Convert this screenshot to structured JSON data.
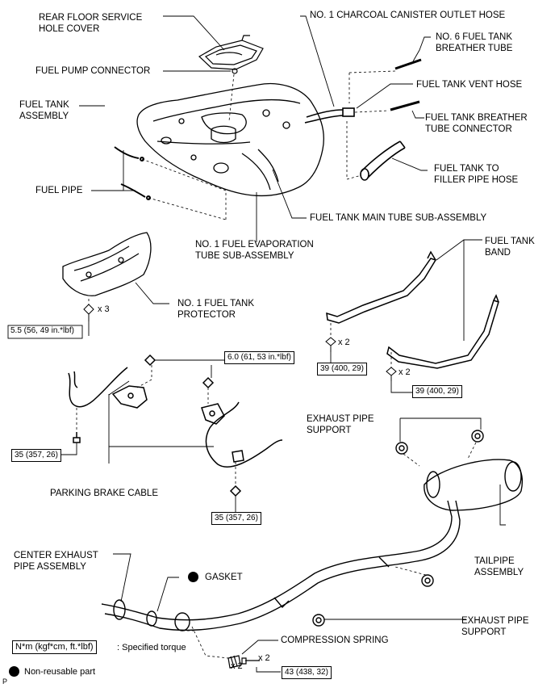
{
  "labels": {
    "rear_floor_service_hole_cover": "REAR FLOOR SERVICE\nHOLE COVER",
    "fuel_pump_connector": "FUEL PUMP CONNECTOR",
    "fuel_tank_assembly": "FUEL TANK\nASSEMBLY",
    "fuel_pipe": "FUEL PIPE",
    "no1_charcoal_canister_outlet_hose": "NO. 1 CHARCOAL CANISTER OUTLET HOSE",
    "no6_fuel_tank_breather_tube": "NO. 6 FUEL TANK\nBREATHER TUBE",
    "fuel_tank_vent_hose": "FUEL TANK VENT HOSE",
    "fuel_tank_breather_tube_connector": "FUEL TANK BREATHER\nTUBE CONNECTOR",
    "fuel_tank_to_filler_pipe_hose": "FUEL TANK TO\nFILLER PIPE HOSE",
    "fuel_tank_main_tube_sub_assembly": "FUEL TANK MAIN TUBE SUB-ASSEMBLY",
    "no1_fuel_evaporation_tube": "NO. 1 FUEL EVAPORATION\nTUBE SUB-ASSEMBLY",
    "fuel_tank_band": "FUEL TANK\nBAND",
    "no1_fuel_tank_protector": "NO. 1 FUEL TANK\nPROTECTOR",
    "parking_brake_cable": "PARKING BRAKE CABLE",
    "exhaust_pipe_support_top": "EXHAUST PIPE\nSUPPORT",
    "tailpipe_assembly": "TAILPIPE\nASSEMBLY",
    "center_exhaust_pipe_assembly": "CENTER EXHAUST\nPIPE ASSEMBLY",
    "gasket": "GASKET",
    "exhaust_pipe_support_bottom": "EXHAUST PIPE\nSUPPORT",
    "compression_spring": "COMPRESSION SPRING"
  },
  "torques": {
    "protector": "5.5 (56, 49 in.*lbf)",
    "band_left": "39 (400, 29)",
    "band_right": "39 (400, 29)",
    "brake_top": "6.0 (61, 53 in.*lbf)",
    "brake_left": "35 (357, 26)",
    "brake_right": "35 (357, 26)",
    "exhaust_bolt": "43 (438, 32)"
  },
  "quantities": {
    "protector_bolts": "x 3",
    "band_left_bolts": "x 2",
    "band_right_bolts": "x 2",
    "springs": "x 2",
    "exhaust_bolts": "x 2"
  },
  "legend": {
    "torque_unit": "N*m (kgf*cm, ft.*lbf)",
    "torque_caption": ": Specified torque",
    "non_reusable": "Non-reusable part"
  },
  "corner_mark": "P"
}
